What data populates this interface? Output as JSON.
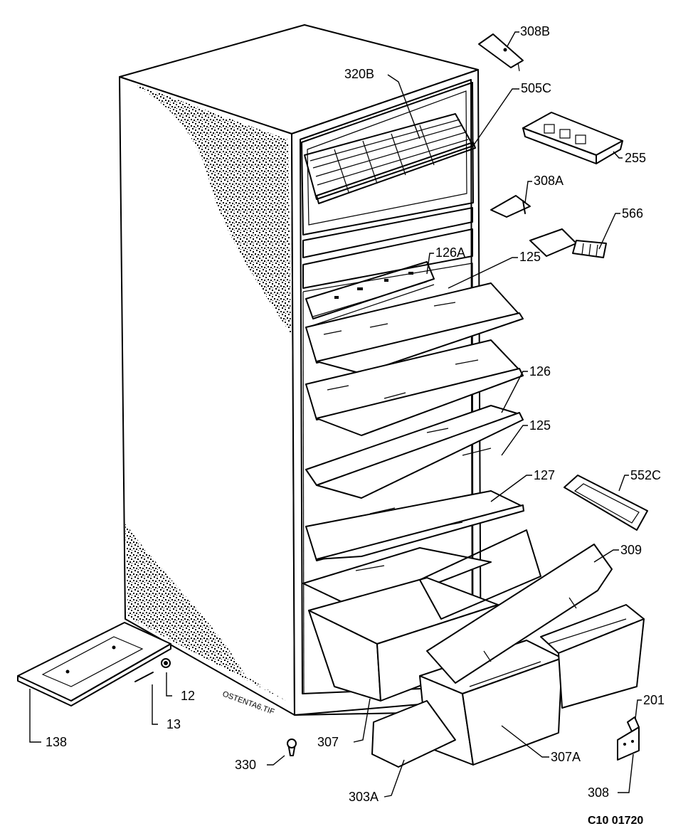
{
  "labels": {
    "l308B": "308B",
    "l320B": "320B",
    "l505C": "505C",
    "l255": "255",
    "l308A": "308A",
    "l566": "566",
    "l126A": "126A",
    "l125a": "125",
    "l126": "126",
    "l125b": "125",
    "l127": "127",
    "l552C": "552C",
    "l309": "309",
    "l201": "201",
    "l307": "307",
    "l307A": "307A",
    "l330": "330",
    "l303A": "303A",
    "l308": "308",
    "l138": "138",
    "l13": "13",
    "l12": "12"
  },
  "file_name": "OSTENTA6.TIF",
  "drawing_code": "C10 01720"
}
